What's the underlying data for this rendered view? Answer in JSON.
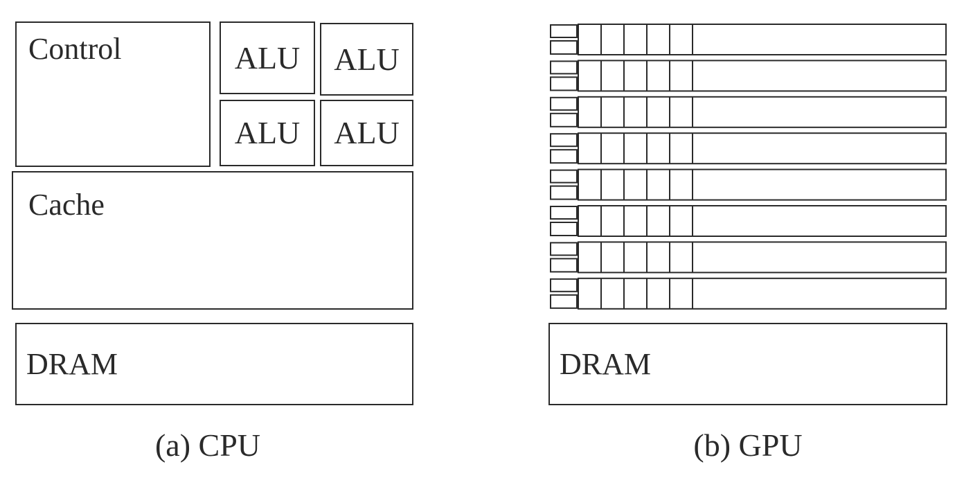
{
  "cpu": {
    "control_label": "Control",
    "alu_labels": [
      "ALU",
      "ALU",
      "ALU",
      "ALU"
    ],
    "cache_label": "Cache",
    "dram_label": "DRAM",
    "caption": "(a) CPU"
  },
  "gpu": {
    "row_count": 8,
    "cores_per_row": 5,
    "dram_label": "DRAM",
    "caption": "(b) GPU"
  }
}
